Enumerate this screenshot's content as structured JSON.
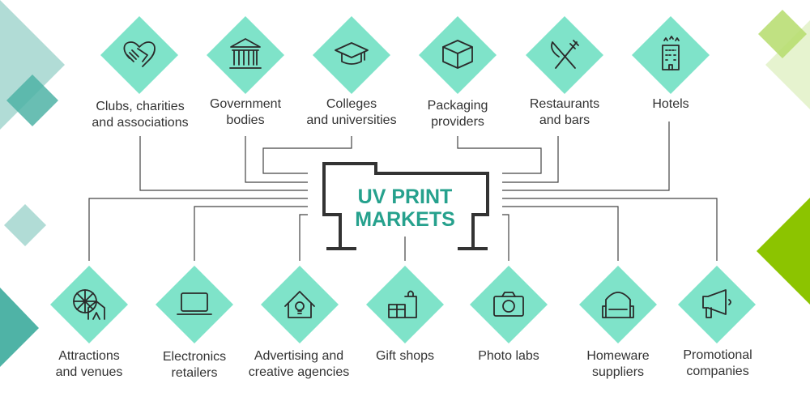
{
  "title": {
    "line1": "UV PRINT",
    "line2": "MARKETS"
  },
  "colors": {
    "diamond": "#7fe3c9",
    "title": "#26a18d",
    "teal_dark": "#4fb3a6",
    "teal_light": "#b1dcd6",
    "lime": "#8cc400",
    "lime_light": "#e6f3cf",
    "line": "#333333"
  },
  "top_markets": [
    {
      "line1": "Clubs, charities",
      "line2": "and associations",
      "icon": "handshake-heart-icon"
    },
    {
      "line1": "Government",
      "line2": "bodies",
      "icon": "government-building-icon"
    },
    {
      "line1": "Colleges",
      "line2": "and universities",
      "icon": "graduation-cap-icon"
    },
    {
      "line1": "Packaging",
      "line2": "providers",
      "icon": "box-icon"
    },
    {
      "line1": "Restaurants",
      "line2": "and bars",
      "icon": "knife-fork-icon"
    },
    {
      "line1": "Hotels",
      "line2": "",
      "icon": "hotel-icon"
    }
  ],
  "bottom_markets": [
    {
      "line1": "Attractions",
      "line2": "and venues",
      "icon": "ferris-wheel-icon"
    },
    {
      "line1": "Electronics",
      "line2": "retailers",
      "icon": "laptop-icon"
    },
    {
      "line1": "Advertising and",
      "line2": "creative agencies",
      "icon": "lightbulb-house-icon"
    },
    {
      "line1": "Gift shops",
      "line2": "",
      "icon": "gift-bag-icon"
    },
    {
      "line1": "Photo labs",
      "line2": "",
      "icon": "camera-icon"
    },
    {
      "line1": "Homeware",
      "line2": "suppliers",
      "icon": "armchair-icon"
    },
    {
      "line1": "Promotional",
      "line2": "companies",
      "icon": "megaphone-icon"
    }
  ]
}
